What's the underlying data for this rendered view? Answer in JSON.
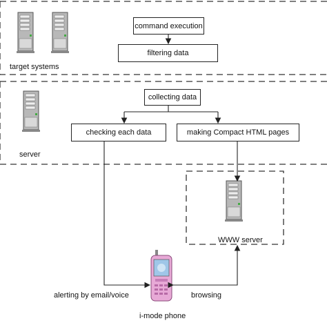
{
  "boxes": {
    "command_execution": "command execution",
    "filtering_data": "filtering data",
    "collecting_data": "collecting data",
    "checking_each_data": "checking each data",
    "making_chtml": "making Compact HTML pages"
  },
  "labels": {
    "target_systems": "target systems",
    "server": "server",
    "www_server": "WWW server",
    "imode_phone": "i-mode phone",
    "alerting": "alerting by email/voice",
    "browsing": "browsing"
  },
  "colors": {
    "line": "#222222",
    "tower_body": "#b8b8b8",
    "tower_face": "#d9d9d9",
    "phone_body": "#e7a9d6"
  }
}
